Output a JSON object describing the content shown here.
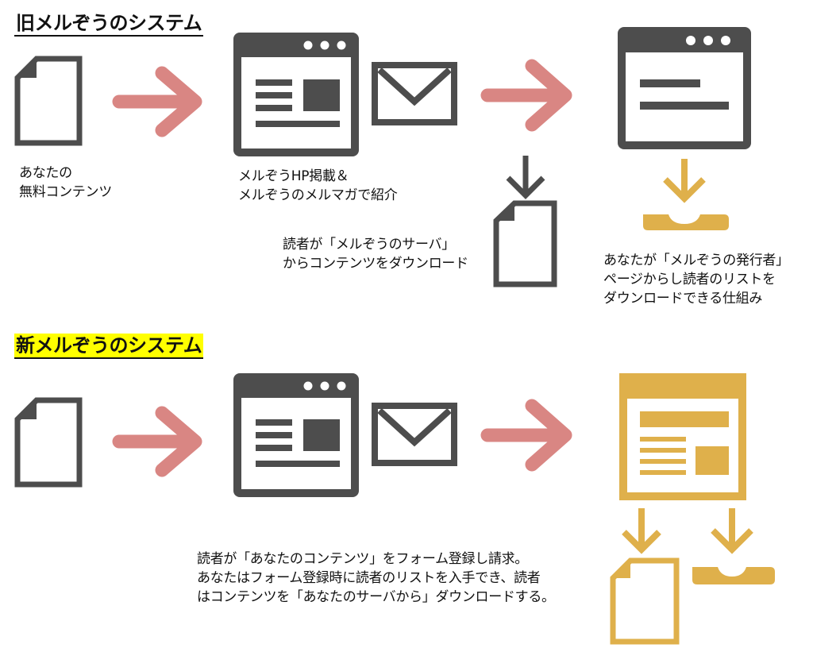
{
  "colors": {
    "dark": "#4d4d4d",
    "arrow": "#d98683",
    "gold": "#dfb04b",
    "highlight": "#ffff00",
    "text": "#111111"
  },
  "old_system": {
    "title": "旧メルぞうのシステム",
    "captions": {
      "content": [
        "あなたの",
        "無料コンテンツ"
      ],
      "listing": [
        "メルぞうHP掲載＆",
        "メルぞうのメルマガで紹介"
      ],
      "download": [
        "読者が「メルぞうのサーバ」",
        "からコンテンツをダウンロード"
      ],
      "publisher": [
        "あなたが「メルぞうの発行者」",
        "ページからし読者のリストを",
        "ダウンロードできる仕組み"
      ]
    },
    "icons": [
      "document-icon",
      "arrow-right-icon",
      "browser-window-icon",
      "envelope-icon",
      "arrow-right-icon",
      "browser-window-icon",
      "arrow-down-icon",
      "document-icon",
      "download-tray-icon"
    ]
  },
  "new_system": {
    "title": "新メルぞうのシステム",
    "captions": {
      "description": [
        "読者が「あなたのコンテンツ」をフォーム登録し請求。",
        "あなたはフォーム登録時に読者のリストを入手でき、読者",
        "はコンテンツを「あなたのサーバから」ダウンロードする。"
      ]
    },
    "icons": [
      "document-icon",
      "arrow-right-icon",
      "browser-window-icon",
      "envelope-icon",
      "arrow-right-icon",
      "landing-page-icon",
      "arrow-down-icon",
      "document-icon",
      "download-tray-icon"
    ]
  }
}
